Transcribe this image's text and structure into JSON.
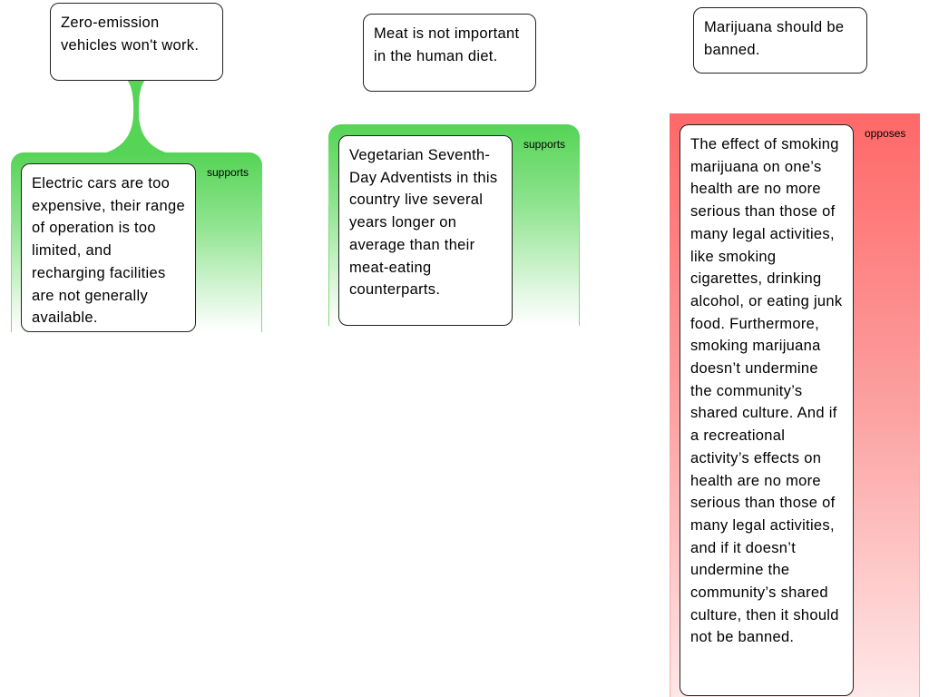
{
  "arguments": [
    {
      "claim": "Zero-emission vehicles won't work.",
      "relation": "supports",
      "reason": "Electric cars are too expensive, their range of operation is too limited, and recharging facilities are not generally available.",
      "color": "#55d455"
    },
    {
      "claim": "Meat is not important in the human diet.",
      "relation": "supports",
      "reason": "Vegetarian Seventh-Day Adventists in this country live several years longer on average than their meat-eating counterparts.",
      "color": "#55d455"
    },
    {
      "claim": "Marijuana should be banned.",
      "relation": "opposes",
      "reason": "The effect of smoking marijuana on one’s health are no more serious than those of many legal activities, like smoking cigarettes, drinking alcohol, or eating junk food. Furthermore, smoking marijuana doesn’t undermine the community’s shared culture. And if a recreational activity’s effects on health are no more serious than those of many legal activities, and if it doesn’t undermine the community’s shared culture, then it should not be banned.",
      "color": "#ff6868"
    }
  ]
}
